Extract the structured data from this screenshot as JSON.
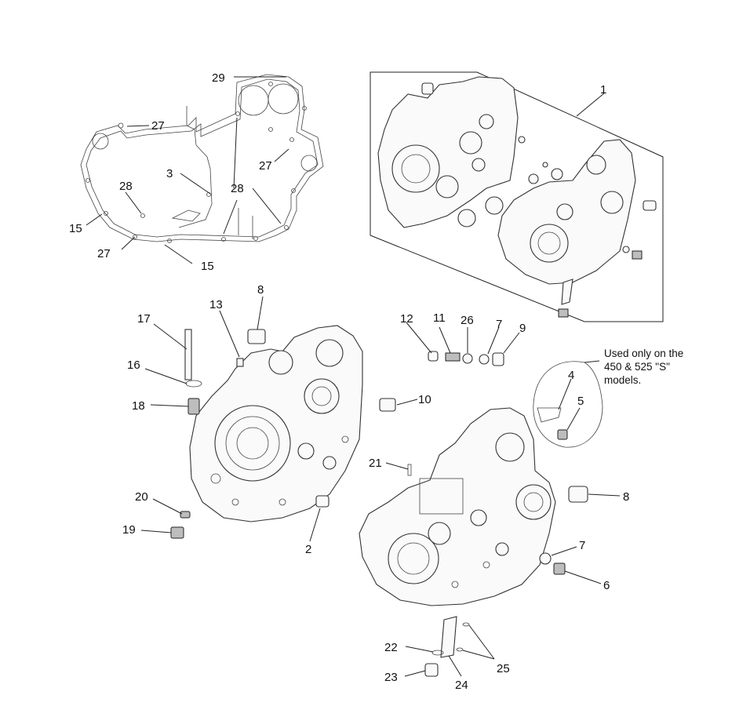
{
  "callouts": {
    "c1": "1",
    "c2": "2",
    "c3": "3",
    "c4": "4",
    "c5": "5",
    "c6": "6",
    "c7a": "7",
    "c7b": "7",
    "c8a": "8",
    "c8b": "8",
    "c9": "9",
    "c10": "10",
    "c11": "11",
    "c12": "12",
    "c13": "13",
    "c15a": "15",
    "c15b": "15",
    "c16": "16",
    "c17": "17",
    "c18": "18",
    "c19": "19",
    "c20": "20",
    "c21": "21",
    "c22": "22",
    "c23": "23",
    "c24": "24",
    "c25": "25",
    "c26": "26",
    "c27a": "27",
    "c27b": "27",
    "c27c": "27",
    "c28a": "28",
    "c28b": "28",
    "c29": "29"
  },
  "note": {
    "line1": "Used only on the",
    "line2": "450 & 525 \"S\"",
    "line3": "models."
  }
}
